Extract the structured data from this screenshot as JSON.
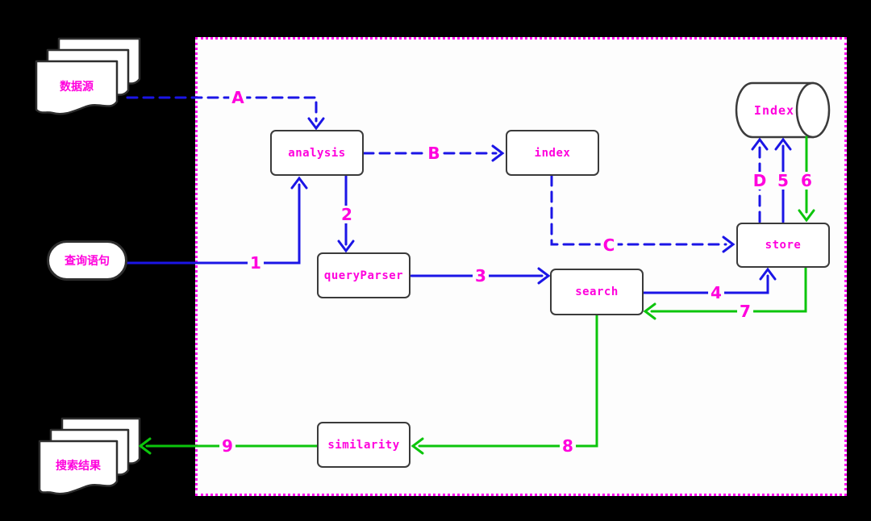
{
  "colors": {
    "background": "#000000",
    "canvas_fill": "#fdfdfd",
    "canvas_border": "#ff00f0",
    "arrow_blue": "#1b15e6",
    "arrow_green": "#0cc50c",
    "label_magenta": "#ff00dd",
    "shape_border": "#3b3b3b"
  },
  "nodes": {
    "analysis": {
      "label": "analysis"
    },
    "index": {
      "label": "index"
    },
    "queryParser": {
      "label": "queryParser"
    },
    "search": {
      "label": "search"
    },
    "store": {
      "label": "store"
    },
    "similarity": {
      "label": "similarity"
    },
    "index_store": {
      "label": "Index"
    }
  },
  "externals": {
    "data_source": {
      "label": "数据源"
    },
    "query_statement": {
      "label": "查询语句"
    },
    "search_results": {
      "label": "搜索结果"
    }
  },
  "edge_labels": {
    "A": "A",
    "B": "B",
    "C": "C",
    "D": "D",
    "1": "1",
    "2": "2",
    "3": "3",
    "4": "4",
    "5": "5",
    "6": "6",
    "7": "7",
    "8": "8",
    "9": "9"
  }
}
